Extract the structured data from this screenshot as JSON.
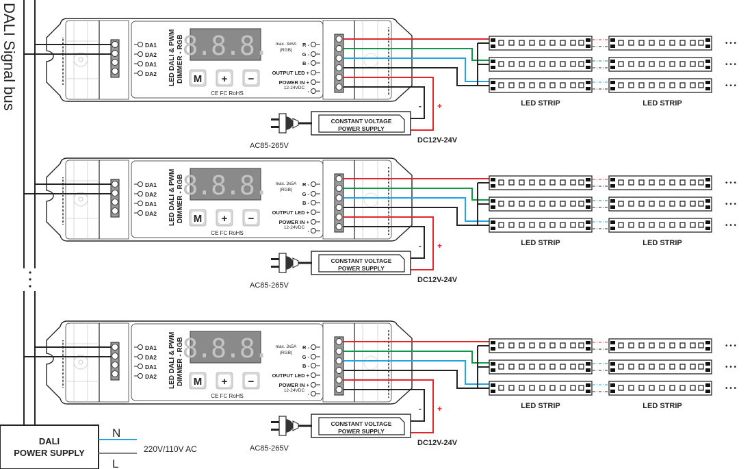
{
  "bus_label": "DALI Signal bus",
  "bus_ellipsis": "...",
  "dali_power_supply": {
    "line1": "DALI",
    "line2": "POWER SUPPLY",
    "n_label": "N",
    "l_label": "L",
    "ac_label": "220V/110V AC"
  },
  "colors": {
    "red": "#e0262b",
    "green": "#0c9a48",
    "blue": "#1ea4e0",
    "black": "#222222",
    "n_wire": "#1ea4e0",
    "l_wire": "#8a7f7a"
  },
  "controller": {
    "title_line1": "LED DALI & PWM",
    "title_line2": "DIMMER - RGB",
    "display": "8.8.8.",
    "buttons": [
      "M",
      "+",
      "−"
    ],
    "cert": "CE FC RoHS",
    "inputs": [
      "DA1",
      "DA2",
      "DA1",
      "DA2"
    ],
    "outputs": [
      "R -",
      "G -",
      "B -",
      "OUTPUT LED +",
      "POWER IN +",
      "-"
    ],
    "max_label_1": "max. 3x5A",
    "max_label_2": "(RGB)",
    "power_range": "12-24VDC"
  },
  "psu": {
    "line1": "CONSTANT VOLTAGE",
    "line2": "POWER SUPPLY",
    "ac_label": "AC85-265V",
    "dc_label": "DC12V-24V",
    "minus": "-",
    "plus": "+"
  },
  "strip_label": "LED STRIP",
  "more": "• • •",
  "rows": [
    {
      "id": "row-1"
    },
    {
      "id": "row-2"
    },
    {
      "id": "row-3"
    }
  ]
}
